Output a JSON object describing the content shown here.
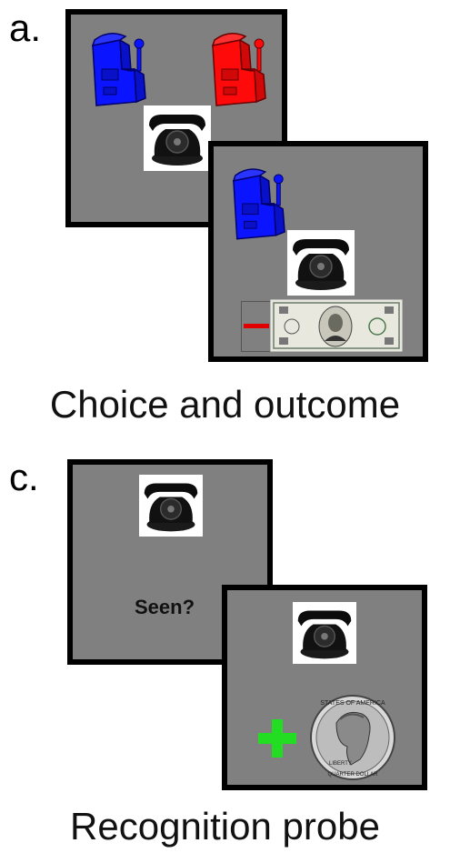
{
  "panels": [
    {
      "letter": "a.",
      "caption": "Choice and outcome"
    },
    {
      "letter": "c.",
      "caption": "Recognition probe"
    }
  ],
  "probe": {
    "prompt": "Seen?"
  },
  "outcomes": {
    "loss_sign": "minus-sign",
    "gain_sign": "plus-sign",
    "loss_reward": "five-dollar-bill",
    "gain_reward": "quarter-coin"
  },
  "colors": {
    "screen_bg": "#808080",
    "blue_machine": "#0a14ff",
    "red_machine": "#ff0a0a",
    "loss_sign": "#e00000",
    "gain_sign": "#22dd22"
  },
  "icons": [
    "slot-machine-blue-icon",
    "slot-machine-red-icon",
    "rotary-phone-icon",
    "five-dollar-bill-icon",
    "quarter-coin-icon"
  ]
}
